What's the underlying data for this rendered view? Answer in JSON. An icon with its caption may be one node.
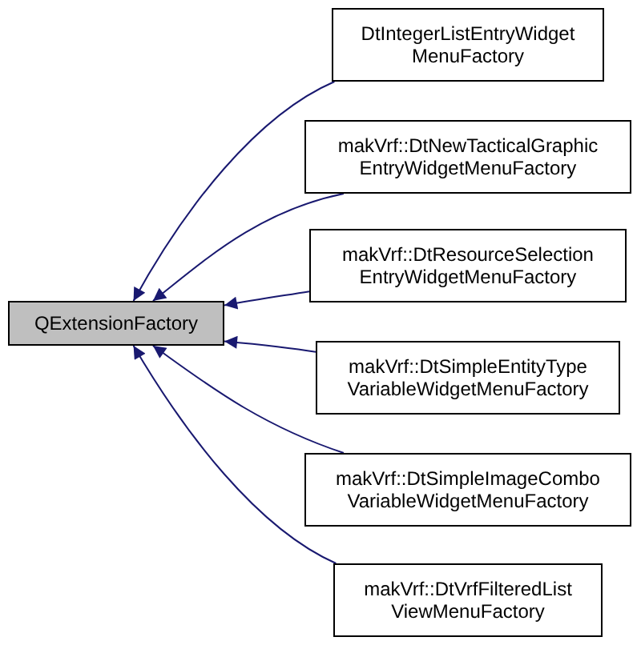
{
  "diagram": {
    "nodes": [
      {
        "text": [
          "QExtensionFactory"
        ]
      },
      {
        "text": [
          "DtIntegerListEntryWidget MenuFactory"
        ]
      },
      {
        "text": [
          "makVrf::DtNewTacticalGraphic EntryWidgetMenuFactory"
        ]
      },
      {
        "text": [
          "makVrf::DtResourceSelection EntryWidgetMenuFactory"
        ]
      },
      {
        "text": [
          "makVrf::DtSimpleEntityType VariableWidgetMenuFactory"
        ]
      },
      {
        "text": [
          "makVrf::DtSimpleImageCombo VariableWidgetMenuFactory"
        ]
      },
      {
        "text": [
          "makVrf::DtVrfFilteredList ViewMenuFactory"
        ]
      }
    ],
    "edges": [
      {
        "from": 1,
        "to": 0,
        "arrow": "to"
      },
      {
        "from": 2,
        "to": 0,
        "arrow": "to"
      },
      {
        "from": 3,
        "to": 0,
        "arrow": "to"
      },
      {
        "from": 4,
        "to": 0,
        "arrow": "to"
      },
      {
        "from": 5,
        "to": 0,
        "arrow": "to"
      },
      {
        "from": 6,
        "to": 0,
        "arrow": "to"
      }
    ]
  }
}
